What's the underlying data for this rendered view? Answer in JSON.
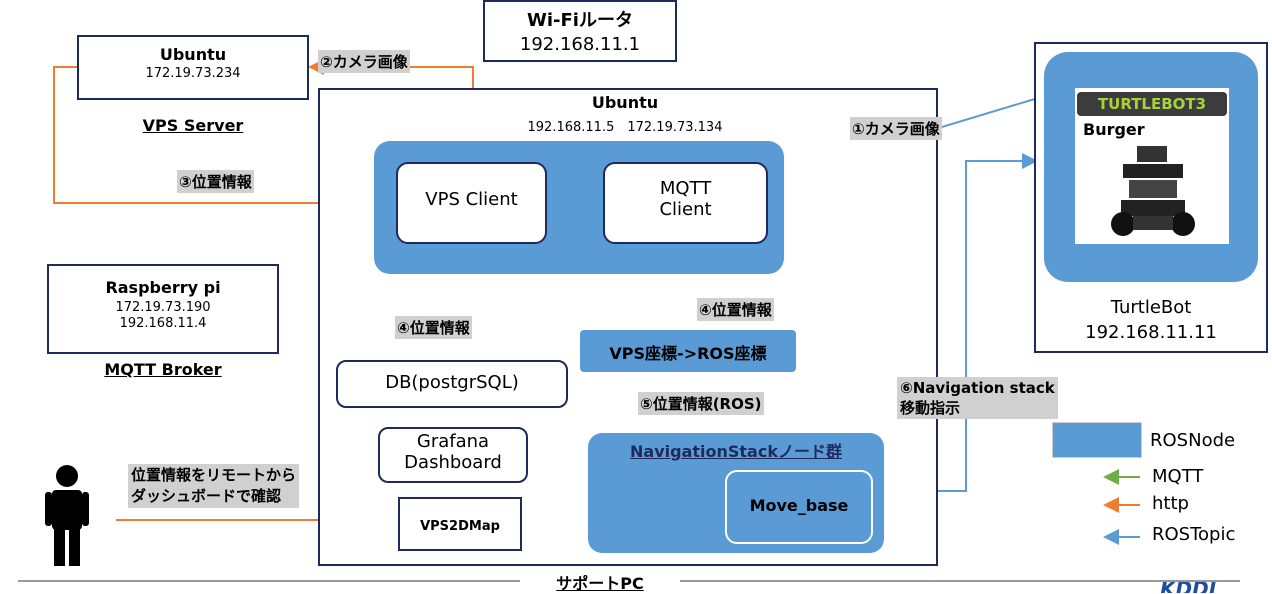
{
  "wifi_router": {
    "title": "Wi-Fiルータ",
    "ip": "192.168.11.1"
  },
  "vps_server": {
    "title": "Ubuntu",
    "ip": "172.19.73.234",
    "label": "VPS Server"
  },
  "raspberry": {
    "title": "Raspberry pi",
    "ip1": "172.19.73.190",
    "ip2": "192.168.11.4",
    "label": "MQTT Broker"
  },
  "support_pc": {
    "title": "Ubuntu",
    "ips": "192.168.11.5　172.19.73.134",
    "label": "サポートPC"
  },
  "nodes": {
    "vps_client": "VPS Client",
    "mqtt_client_1": "MQTT",
    "mqtt_client_2": "Client",
    "vps_to_ros": "VPS座標->ROS座標",
    "db": "DB(postgrSQL)",
    "grafana_1": "Grafana",
    "grafana_2": "Dashboard",
    "vps2dmap": "VPS2DMap",
    "nav_group": "NavigationStackノード群",
    "move_base": "Move_base"
  },
  "turtlebot": {
    "logo": "TURTLEBOT3",
    "model": "Burger",
    "name": "TurtleBot",
    "ip": "192.168.11.11"
  },
  "arrows": {
    "a1": "①カメラ画像",
    "a2": "②カメラ画像",
    "a3": "③位置情報",
    "a4a": "④位置情報",
    "a4b": "④位置情報",
    "a5": "⑤位置情報(ROS)",
    "a6_1": "⑥Navigation stack",
    "a6_2": "移動指示",
    "user_1": "位置情報をリモートから",
    "user_2": "ダッシュボードで確認"
  },
  "legend": {
    "rosnode": "ROSNode",
    "mqtt": "MQTT",
    "http": "http",
    "rostopic": "ROSTopic"
  },
  "footer_logo": "KDDI",
  "colors": {
    "ros_blue": "#5b9bd5",
    "mqtt_green": "#70ad47",
    "http_orange": "#ed7d31",
    "border_navy": "#1f2a5c"
  }
}
